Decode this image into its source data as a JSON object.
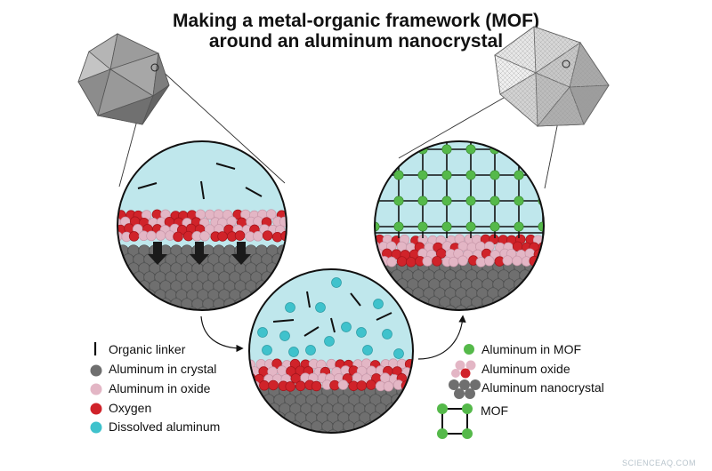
{
  "title": {
    "line1": "Making a metal-organic framework (MOF)",
    "line2": "around an aluminum nanocrystal"
  },
  "legend_left": [
    {
      "key": "organic_linker",
      "label": "Organic linker",
      "symbol": "linker"
    },
    {
      "key": "al_crystal",
      "label": "Aluminum in crystal",
      "symbol": "dot",
      "color": "#6f6f6f"
    },
    {
      "key": "al_oxide",
      "label": "Aluminum in oxide",
      "symbol": "dot",
      "color": "#e3b6c5"
    },
    {
      "key": "oxygen",
      "label": "Oxygen",
      "symbol": "dot",
      "color": "#d0232a"
    },
    {
      "key": "dissolved_al",
      "label": "Dissolved aluminum",
      "symbol": "dot",
      "color": "#3fc2cc"
    }
  ],
  "legend_right": [
    {
      "key": "al_mof",
      "label": "Aluminum in MOF",
      "symbol": "dot",
      "color": "#55b94a"
    },
    {
      "key": "al_oxide_r",
      "label": "Aluminum oxide",
      "symbol": "oxide-cluster"
    },
    {
      "key": "al_nano",
      "label": "Aluminum nanocrystal",
      "symbol": "crystal-cluster"
    },
    {
      "key": "mof",
      "label": "MOF",
      "symbol": "mof-square"
    }
  ],
  "colors": {
    "solution": "#bfe7ec",
    "crystal": "#6f6f6f",
    "crystal_edge": "#4a4a4a",
    "oxide": "#e3b6c5",
    "oxygen": "#d0232a",
    "dissolved": "#3fc2cc",
    "mof_node": "#55b94a",
    "line": "#111111"
  },
  "icons": [
    "down-arrow-icon",
    "curved-arrow-icon",
    "icosahedron-icon"
  ],
  "watermark": "SCIENCEAQ.COM"
}
